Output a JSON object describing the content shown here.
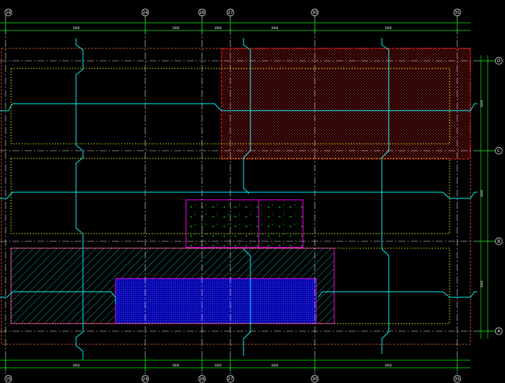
{
  "drawing": {
    "colors": {
      "background": "#000000",
      "grid_axis": "#ffffff",
      "dimension": "#00ff00",
      "slab_outline": "#ffff00",
      "boundary": "#ff6633",
      "pipe": "#00ffff",
      "zone_red": "#ff2020",
      "zone_magenta": "#ff00ff",
      "zone_blue": "#3030ff",
      "zone_green_dots": "#00ff00",
      "hatch": "#00ffff"
    },
    "top_axis_labels": [
      "19",
      "24",
      "26",
      "27",
      "30",
      "35"
    ],
    "bottom_axis_labels": [
      "19",
      "24",
      "26",
      "27",
      "30",
      "35"
    ],
    "right_axis_labels": [
      "D",
      "C",
      "B",
      "A"
    ],
    "dimension_text": "3000"
  }
}
